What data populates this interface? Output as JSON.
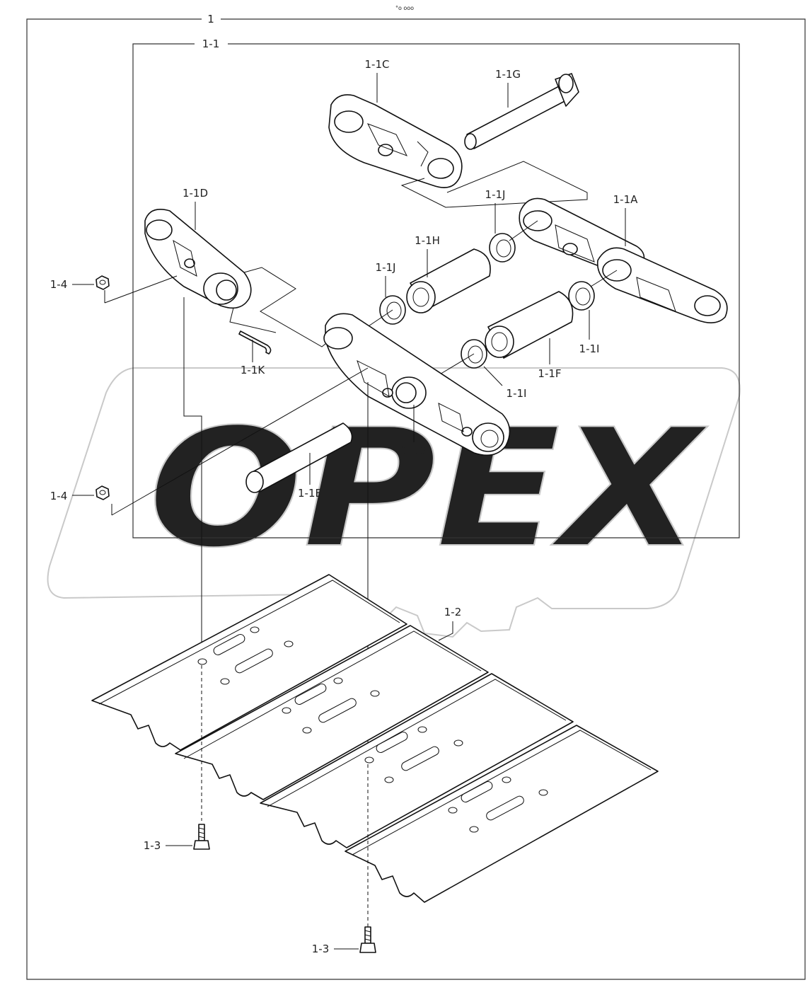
{
  "header": {
    "mark": "°o ooo"
  },
  "watermark": {
    "text": "OPEX"
  },
  "assembly": {
    "label": "1"
  },
  "subassembly": {
    "label": "1-1"
  },
  "parts": {
    "link_1_1a": "1-1A",
    "link_1_1b": "1-1B",
    "link_1_1c": "1-1C",
    "link_1_1d": "1-1D",
    "pin_1_1e": "1-1E",
    "bushing_1_1f": "1-1F",
    "pin_1_1g": "1-1G",
    "bushing_1_1h": "1-1H",
    "seal_1_1i_a": "1-1I",
    "seal_1_1i_b": "1-1I",
    "seal_1_1j_a": "1-1J",
    "seal_1_1j_b": "1-1J",
    "pin_1_1k": "1-1K",
    "shoe_1_2": "1-2",
    "bolt_1_3_a": "1-3",
    "bolt_1_3_b": "1-3",
    "nut_1_4_a": "1-4",
    "nut_1_4_b": "1-4"
  }
}
